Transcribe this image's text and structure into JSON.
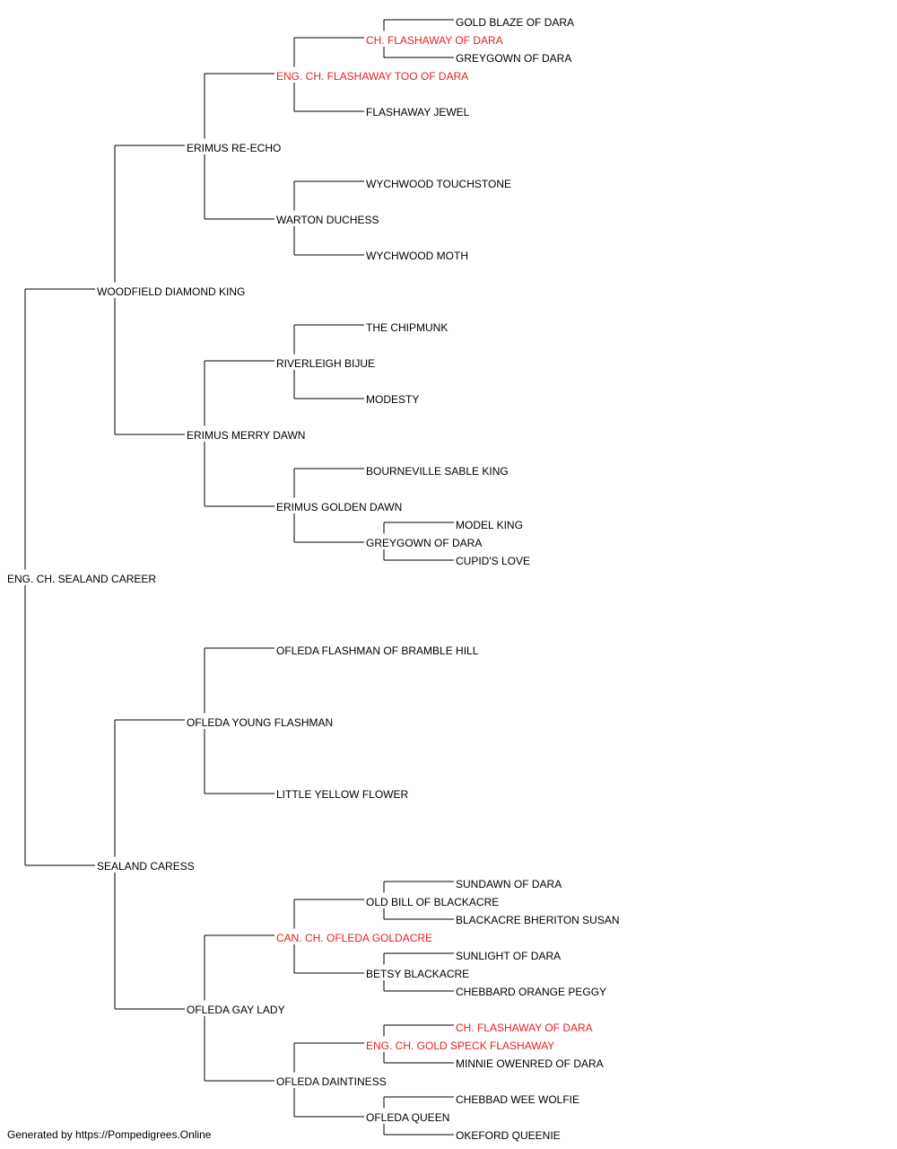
{
  "colors": {
    "champion": "#e8201c",
    "normal": "#000000",
    "lines": "#000000"
  },
  "footer": "Generated by https://Pompedigrees.Online",
  "pedigree": {
    "name": "ENG. CH. SEALAND CAREER",
    "champion": false,
    "sire": {
      "name": "WOODFIELD DIAMOND KING",
      "champion": false,
      "sire": {
        "name": "ERIMUS RE-ECHO",
        "champion": false,
        "sire": {
          "name": "ENG. CH. FLASHAWAY TOO OF DARA",
          "champion": true,
          "sire": {
            "name": "CH. FLASHAWAY OF DARA",
            "champion": true,
            "sire": {
              "name": "GOLD BLAZE OF DARA",
              "champion": false
            },
            "dam": {
              "name": "GREYGOWN OF DARA",
              "champion": false
            }
          },
          "dam": {
            "name": "FLASHAWAY JEWEL",
            "champion": false
          }
        },
        "dam": {
          "name": "WARTON DUCHESS",
          "champion": false,
          "sire": {
            "name": "WYCHWOOD TOUCHSTONE",
            "champion": false
          },
          "dam": {
            "name": "WYCHWOOD MOTH",
            "champion": false
          }
        }
      },
      "dam": {
        "name": "ERIMUS MERRY DAWN",
        "champion": false,
        "sire": {
          "name": "RIVERLEIGH BIJUE",
          "champion": false,
          "sire": {
            "name": "THE CHIPMUNK",
            "champion": false
          },
          "dam": {
            "name": "MODESTY",
            "champion": false
          }
        },
        "dam": {
          "name": "ERIMUS GOLDEN DAWN",
          "champion": false,
          "sire": {
            "name": "BOURNEVILLE SABLE KING",
            "champion": false
          },
          "dam": {
            "name": "GREYGOWN OF DARA",
            "champion": false,
            "sire": {
              "name": "MODEL KING",
              "champion": false
            },
            "dam": {
              "name": "CUPID'S LOVE",
              "champion": false
            }
          }
        }
      }
    },
    "dam": {
      "name": "SEALAND CARESS",
      "champion": false,
      "sire": {
        "name": "OFLEDA YOUNG FLASHMAN",
        "champion": false,
        "sire": {
          "name": "OFLEDA FLASHMAN OF BRAMBLE HILL",
          "champion": false
        },
        "dam": {
          "name": "LITTLE YELLOW FLOWER",
          "champion": false
        }
      },
      "dam": {
        "name": "OFLEDA GAY LADY",
        "champion": false,
        "sire": {
          "name": "CAN. CH. OFLEDA GOLDACRE",
          "champion": true,
          "sire": {
            "name": "OLD BILL OF BLACKACRE",
            "champion": false,
            "sire": {
              "name": "SUNDAWN OF DARA",
              "champion": false
            },
            "dam": {
              "name": "BLACKACRE BHERITON SUSAN",
              "champion": false
            }
          },
          "dam": {
            "name": "BETSY BLACKACRE",
            "champion": false,
            "sire": {
              "name": "SUNLIGHT OF DARA",
              "champion": false
            },
            "dam": {
              "name": "CHEBBARD ORANGE PEGGY",
              "champion": false
            }
          }
        },
        "dam": {
          "name": "OFLEDA DAINTINESS",
          "champion": false,
          "sire": {
            "name": "ENG. CH. GOLD SPECK FLASHAWAY",
            "champion": true,
            "sire": {
              "name": "CH. FLASHAWAY OF DARA",
              "champion": true
            },
            "dam": {
              "name": "MINNIE OWENRED OF DARA",
              "champion": false
            }
          },
          "dam": {
            "name": "OFLEDA QUEEN",
            "champion": false,
            "sire": {
              "name": "CHEBBAD WEE WOLFIE",
              "champion": false
            },
            "dam": {
              "name": "OKEFORD QUEENIE",
              "champion": false
            }
          }
        }
      }
    }
  }
}
